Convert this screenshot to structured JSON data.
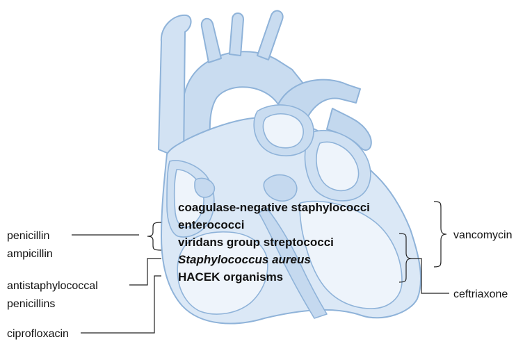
{
  "colors": {
    "heart_fill": "#dbe8f6",
    "heart_deep": "#bdd3ec",
    "heart_stroke": "#8fb3d9",
    "chamber_fill": "#eef4fb",
    "text": "#111111"
  },
  "organisms": [
    {
      "name": "coagulase-negative staphylococci",
      "italic": false
    },
    {
      "name": "enterococci",
      "italic": false
    },
    {
      "name": "viridans group streptococci",
      "italic": false
    },
    {
      "name": "Staphylococcus aureus",
      "italic": true
    },
    {
      "name": "HACEK organisms",
      "italic": false
    }
  ],
  "left_drugs": {
    "penicillin": "penicillin",
    "ampicillin": "ampicillin",
    "antistaph_line1": "antistaphylococcal",
    "antistaph_line2": "penicillins",
    "ciprofloxacin": "ciprofloxacin"
  },
  "right_drugs": {
    "vancomycin": "vancomycin",
    "ceftriaxone": "ceftriaxone"
  }
}
